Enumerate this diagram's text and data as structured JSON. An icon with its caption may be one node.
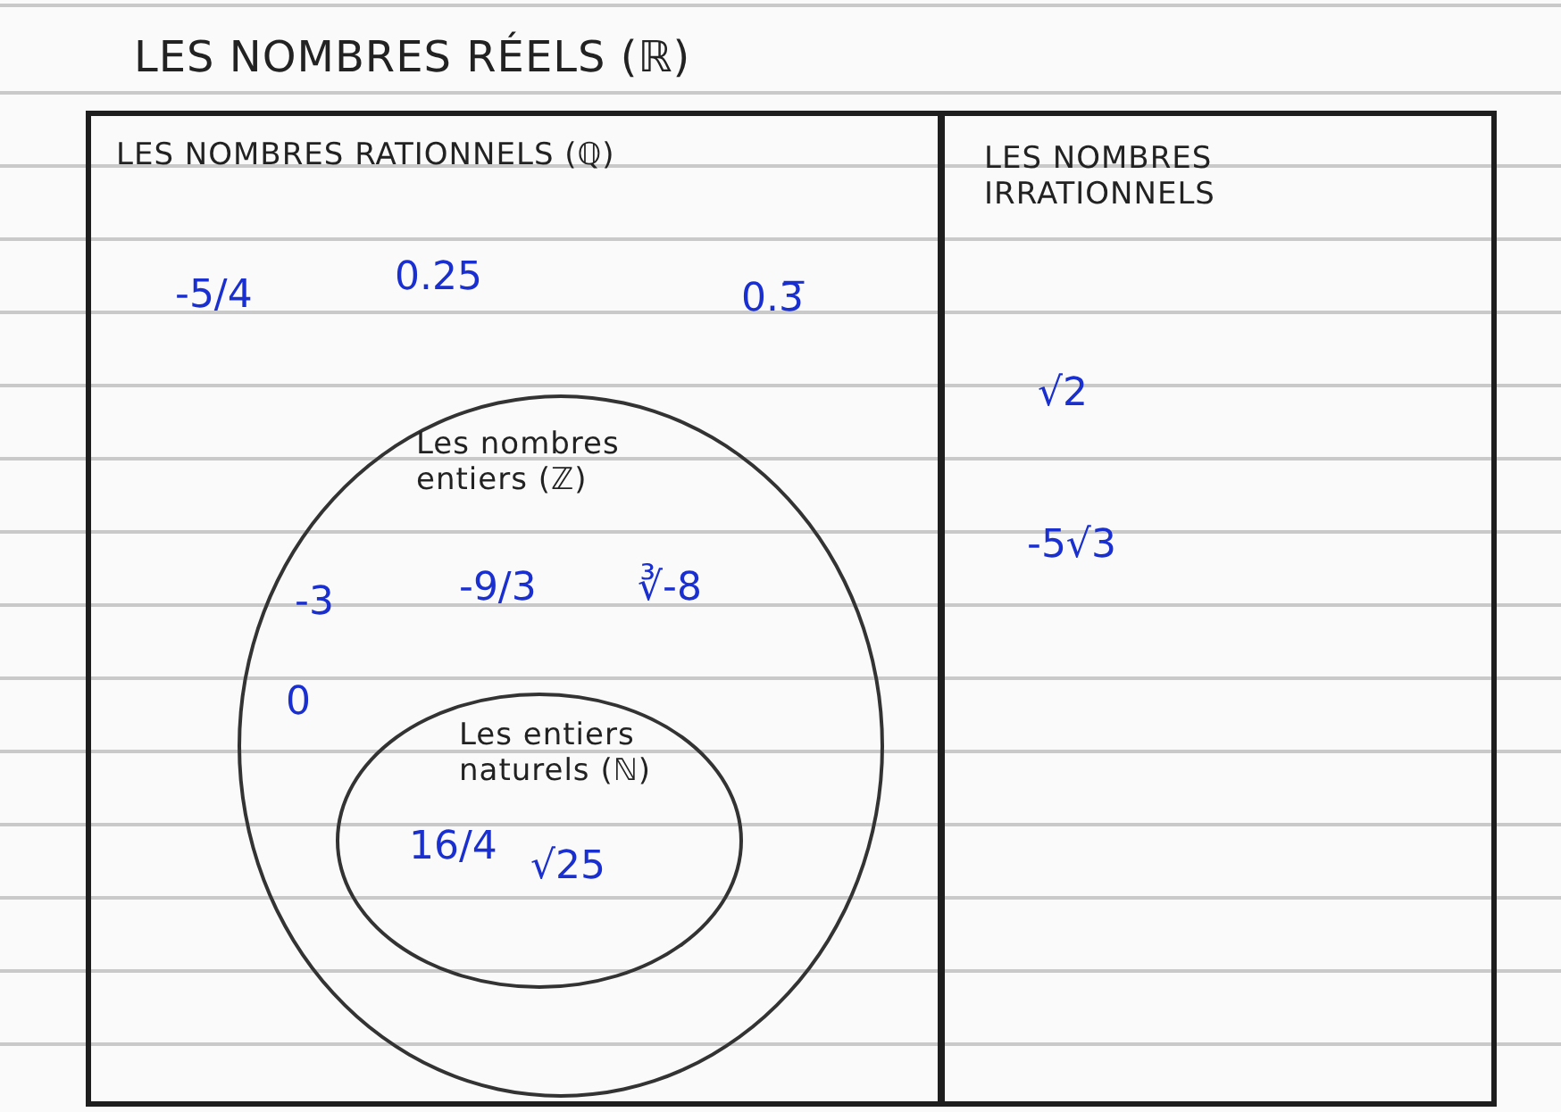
{
  "diagram": {
    "nodes": [
      {
        "text": [
          "LES NOMBRES RÉELS (ℝ)"
        ]
      },
      {
        "text": [
          "LES NOMBRES RATIONNELS (ℚ)",
          "-5/4",
          "0.25",
          "0.3̅"
        ],
        "in": 0
      },
      {
        "text": [
          "LES NOMBRES IRRATIONNELS",
          "√2",
          "-5√3"
        ],
        "in": 0
      },
      {
        "text": [
          "Les nombres entiers (ℤ)",
          "-3",
          "-9/3",
          "∛-8",
          "0"
        ],
        "in": 1
      },
      {
        "text": [
          "Les entiers naturels (ℕ)",
          "16/4",
          "√25"
        ],
        "in": 3
      }
    ]
  }
}
